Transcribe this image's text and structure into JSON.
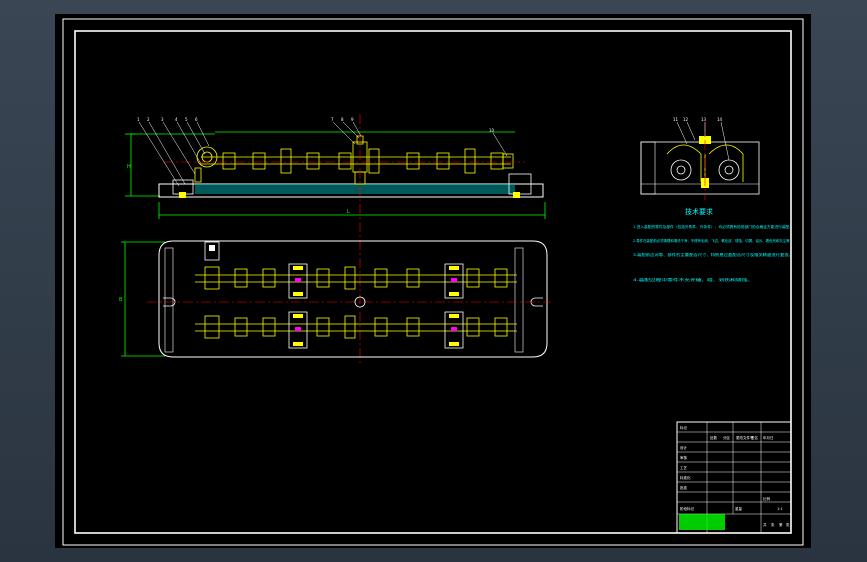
{
  "app": {
    "name": "CAD drawing viewer",
    "background": "#2f3a47",
    "sheet_background": "#000000"
  },
  "colors": {
    "frame": "#ffffff",
    "part": "#ffff00",
    "dimension": "#00ff00",
    "center_line": "#ff0000",
    "hatch": "#00ffff",
    "leader": "#ffffff",
    "text_notes": "#00ffff",
    "title_block_fill": "#00ff00",
    "magenta": "#ff00ff"
  },
  "tech_notes": {
    "title": "技术要求",
    "items": [
      "1.进入装配的零件及部件（包括外购件、外协件），均必须具有检验部门的合格证方能进行装配。",
      "2.零件在装配前必须清理和清洗干净，不得有毛刺、飞边、氧化皮、锈蚀、切屑、油污、着色剂和灰尘等。",
      "3.装配前应对零、部件的主要配合尺寸，特别是过盈配合尺寸及相关精度进行复查。",
      "4.装配过程中零件不允许磕、碰、划伤和锈蚀。"
    ]
  },
  "dimensions": {
    "front_height": "H",
    "front_length": "L",
    "plan_width": "B"
  },
  "balloons": {
    "front_left": [
      "1",
      "2",
      "3",
      "4",
      "5",
      "6"
    ],
    "front_mid": [
      "7",
      "8",
      "9"
    ],
    "front_right": [
      "10"
    ],
    "side_view": [
      "11",
      "12",
      "13",
      "14"
    ]
  },
  "title_block": {
    "rows": [
      "标记",
      "设计",
      "审核",
      "工艺",
      "标准化",
      "批准"
    ],
    "header_labels": [
      "处数",
      "分区",
      "更改文件号",
      "签名",
      "年月日"
    ],
    "bottom_labels": [
      "阶段标记",
      "重量",
      "比例"
    ],
    "scale": "1:1",
    "sheet_labels": [
      "共",
      "张",
      "第",
      "张"
    ]
  }
}
